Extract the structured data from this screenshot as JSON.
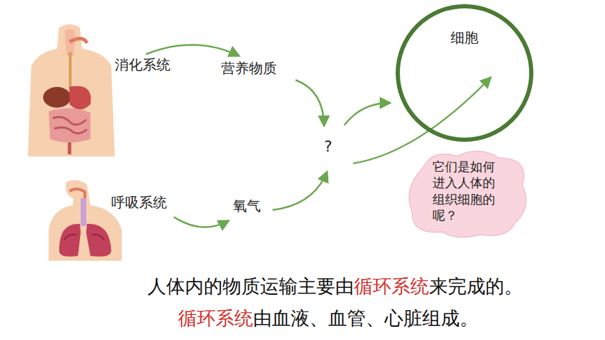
{
  "diagram": {
    "nodes": [
      {
        "text": [
          "细胞"
        ]
      },
      {
        "text": [
          "它们是如何 进入人体的 组织细胞的 呢？"
        ]
      }
    ],
    "labels": [
      "消化系统",
      "营养物质",
      "呼吸系统",
      "氧气",
      "?",
      "人体内的物质运输主要由",
      "循环系统",
      "来完成的。",
      "循环系统",
      "由血液、血管、心脏组成。"
    ]
  }
}
